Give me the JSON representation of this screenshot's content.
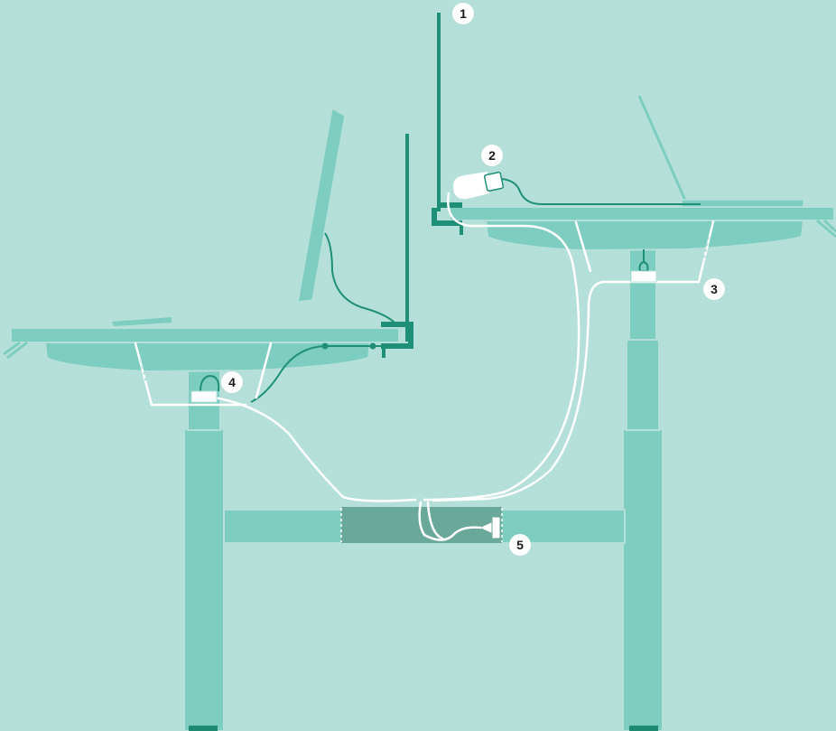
{
  "colors": {
    "background": "#b5e0d9",
    "furniture": "#7dcdc1",
    "furniture_dark": "#6cc2b5",
    "accent": "#1f8f78",
    "cable_white": "#ffffff",
    "tray": "#6aa99a",
    "foot": "#1e8a72"
  },
  "callouts": [
    {
      "id": "1",
      "label": "1",
      "meaning": "monitor-arm-pole"
    },
    {
      "id": "2",
      "label": "2",
      "meaning": "power-adapter"
    },
    {
      "id": "3",
      "label": "3",
      "meaning": "cable-clip-right-desk"
    },
    {
      "id": "4",
      "label": "4",
      "meaning": "cable-clip-left-desk"
    },
    {
      "id": "5",
      "label": "5",
      "meaning": "cable-tray-power-strip"
    }
  ]
}
